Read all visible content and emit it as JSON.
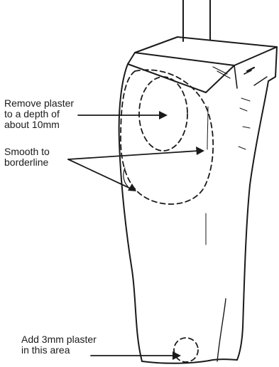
{
  "labels": {
    "remove_line1": "Remove plaster",
    "remove_line2": "to a depth of",
    "remove_line3": "about 10mm",
    "smooth_line1": "Smooth to",
    "smooth_line2": "borderline",
    "add_line1": "Add 3mm plaster",
    "add_line2": "in this area"
  },
  "colors": {
    "ink": "#1a1a1a",
    "background": "#ffffff"
  }
}
